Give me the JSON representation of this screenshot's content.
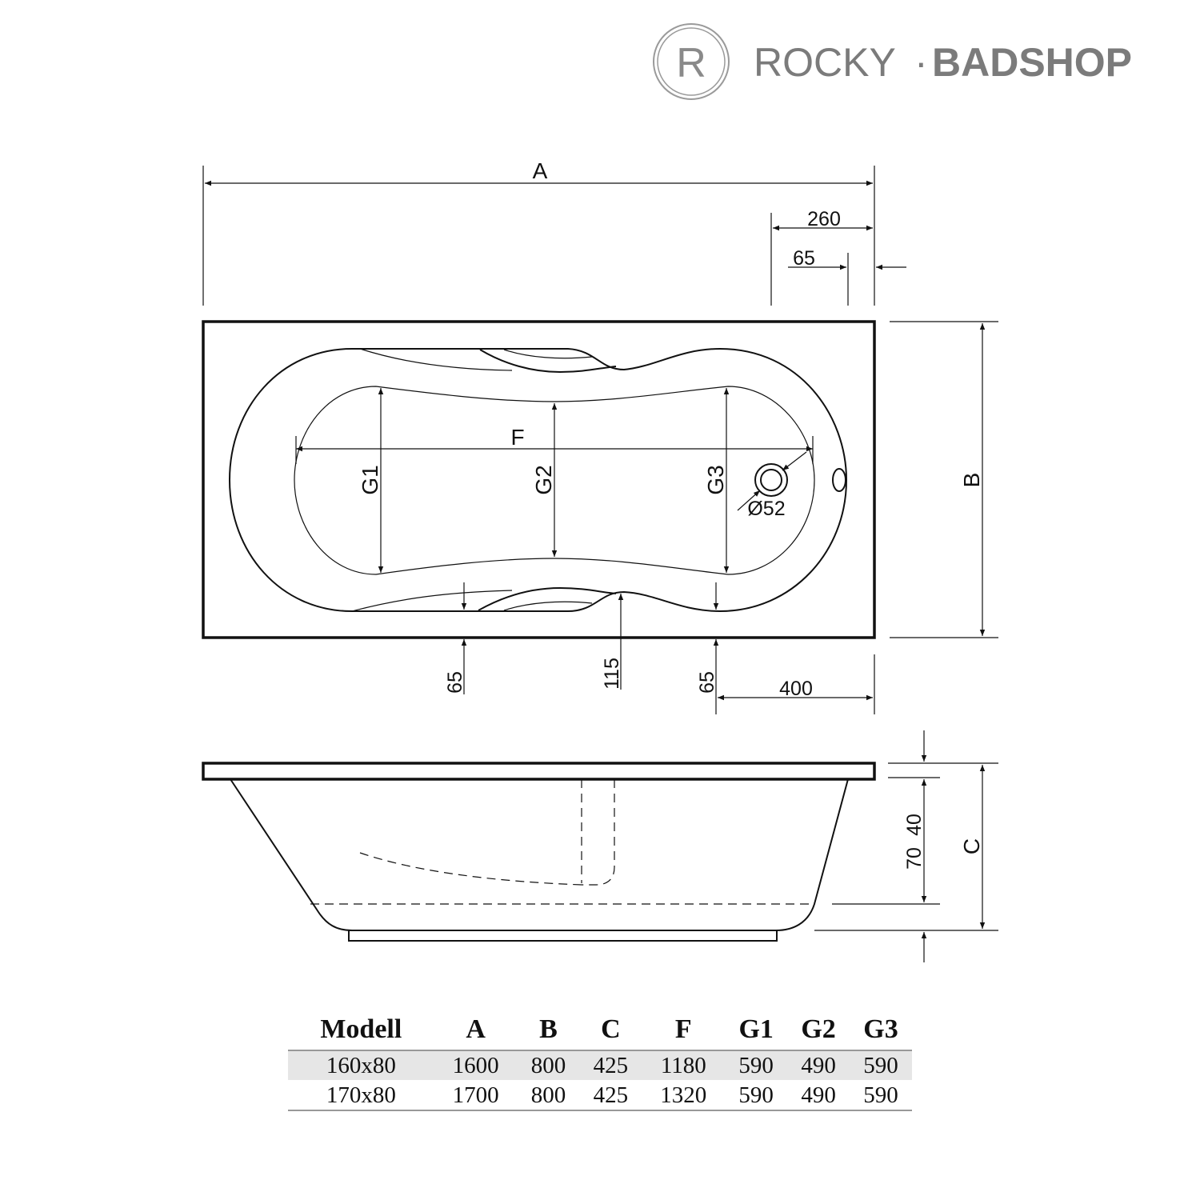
{
  "logo": {
    "mark": "R",
    "name_light": "ROCKY",
    "separator": "·",
    "name_bold": "BADSHOP"
  },
  "top_view": {
    "dim_a": "A",
    "dim_260": "260",
    "dim_65_top": "65",
    "dim_f": "F",
    "dim_g1": "G1",
    "dim_g2": "G2",
    "dim_g3": "G3",
    "drain_dim": "Ø52",
    "dim_b": "B",
    "dim_65_left": "65",
    "dim_115": "115",
    "dim_65_right": "65",
    "dim_400": "400"
  },
  "side_view": {
    "dim_40": "40",
    "dim_70": "70",
    "dim_c": "C"
  },
  "table": {
    "headers": [
      "Modell",
      "A",
      "B",
      "C",
      "F",
      "G1",
      "G2",
      "G3"
    ],
    "rows": [
      [
        "160x80",
        "1600",
        "800",
        "425",
        "1180",
        "590",
        "490",
        "590"
      ],
      [
        "170x80",
        "1700",
        "800",
        "425",
        "1320",
        "590",
        "490",
        "590"
      ]
    ]
  }
}
